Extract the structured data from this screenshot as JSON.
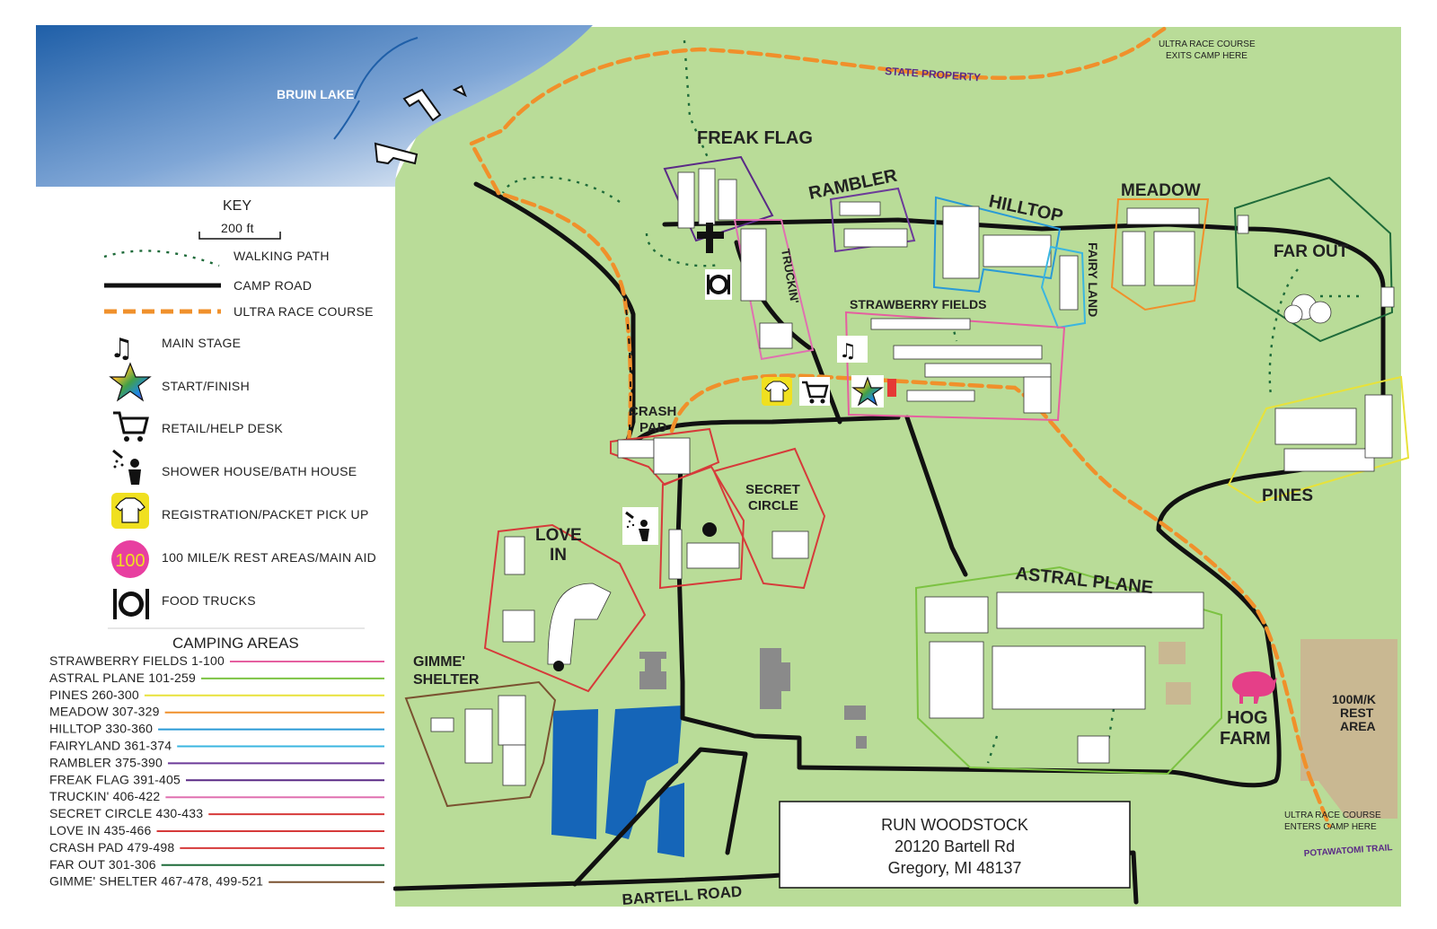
{
  "lake": {
    "label": "BRUIN LAKE"
  },
  "map_labels": {
    "freak_flag": "FREAK FLAG",
    "rambler": "RAMBLER",
    "hilltop": "HILLTOP",
    "meadow": "MEADOW",
    "far_out": "FAR OUT",
    "truckin": "TRUCKIN'",
    "strawberry_fields": "STRAWBERRY FIELDS",
    "fairy_land": "FAIRY LAND",
    "crash_pad": "CRASH PAD",
    "secret_circle": "SECRET CIRCLE",
    "love_in": "LOVE IN",
    "pines": "PINES",
    "astral_plane": "ASTRAL PLANE",
    "gimme_shelter": "GIMME' SHELTER",
    "hog_farm": "HOG FARM",
    "rest_area": "100M/K REST AREA"
  },
  "notes": {
    "state_property": "STATE PROPERTY",
    "ultra_exit_line1": "ULTRA RACE COURSE",
    "ultra_exit_line2": "EXITS CAMP HERE",
    "ultra_enter_line1": "ULTRA RACE COURSE",
    "ultra_enter_line2": "ENTERS CAMP HERE",
    "potawatomi": "POTAWATOMI TRAIL",
    "bartell_road": "BARTELL ROAD"
  },
  "key": {
    "title": "KEY",
    "scale": "200 ft",
    "items": [
      {
        "icon": "walking-path-line",
        "label": "WALKING PATH"
      },
      {
        "icon": "camp-road-line",
        "label": "CAMP ROAD"
      },
      {
        "icon": "ultra-course-line",
        "label": "ULTRA RACE COURSE"
      },
      {
        "icon": "music-notes-icon",
        "label": "MAIN STAGE"
      },
      {
        "icon": "rainbow-star-icon",
        "label": "START/FINISH"
      },
      {
        "icon": "shopping-cart-icon",
        "label": "RETAIL/HELP DESK"
      },
      {
        "icon": "shower-icon",
        "label": "SHOWER HOUSE/BATH HOUSE"
      },
      {
        "icon": "tshirt-icon",
        "label": "REGISTRATION/PACKET PICK UP"
      },
      {
        "icon": "aid-station-icon",
        "label": "100 MILE/K REST AREAS/MAIN AID",
        "badge": "100"
      },
      {
        "icon": "food-truck-icon",
        "label": "FOOD TRUCKS"
      }
    ]
  },
  "camping": {
    "title": "CAMPING AREAS",
    "areas": [
      {
        "label": "STRAWBERRY FIELDS 1-100",
        "color": "#e55fa0"
      },
      {
        "label": "ASTRAL PLANE 101-259",
        "color": "#7cc242"
      },
      {
        "label": "PINES 260-300",
        "color": "#e8e23a"
      },
      {
        "label": "MEADOW 307-329",
        "color": "#f0902b"
      },
      {
        "label": "HILLTOP 330-360",
        "color": "#2a9ad6"
      },
      {
        "label": "FAIRYLAND 361-374",
        "color": "#3ab6e0"
      },
      {
        "label": "RAMBLER 375-390",
        "color": "#6c3b99"
      },
      {
        "label": "FREAK FLAG 391-405",
        "color": "#5a2a86"
      },
      {
        "label": "TRUCKIN' 406-422",
        "color": "#e070b0"
      },
      {
        "label": "SECRET CIRCLE 430-433",
        "color": "#d63a3a"
      },
      {
        "label": "LOVE IN 435-466",
        "color": "#d63a3a"
      },
      {
        "label": "CRASH PAD 479-498",
        "color": "#d63a3a"
      },
      {
        "label": "FAR OUT 301-306",
        "color": "#1f6b3a"
      },
      {
        "label": "GIMME' SHELTER 467-478, 499-521",
        "color": "#7a5230"
      }
    ]
  },
  "address": {
    "line1": "RUN WOODSTOCK",
    "line2": "20120 Bartell Rd",
    "line3": "Gregory, MI 48137"
  },
  "colors": {
    "grass": "#b9dc98",
    "lake_dark": "#1f5fa8",
    "road": "#111111",
    "ultra": "#f0902b",
    "path": "#1f6b3a",
    "pond": "#1565b8",
    "rest": "#c9b892"
  }
}
